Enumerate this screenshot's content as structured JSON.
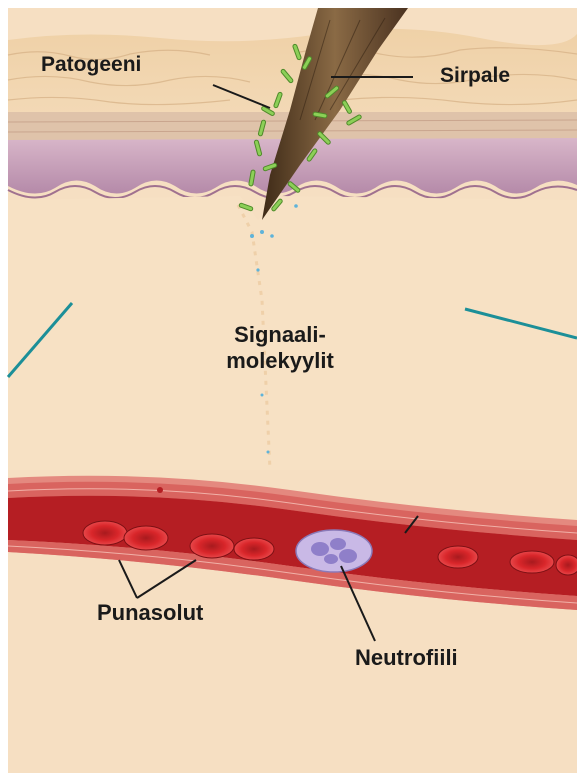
{
  "labels": {
    "pathogen": "Patogeeni",
    "splinter": "Sirpale",
    "signal_line1": "Signaali-",
    "signal_line2": "molekyylit",
    "red_blood_cells": "Punasolut",
    "neutrophil": "Neutrofiili"
  },
  "colors": {
    "tissue": "#f6dfc2",
    "skin_top": "#f0cfa4",
    "epidermis_purple": "#c99bb8",
    "vessel_wall": "#d9645f",
    "vessel_lumen": "#b51e23",
    "red_cell": "#d9262a",
    "neutrophil": "#b9a7db",
    "pathogen": "#8ccf57",
    "splinter": "#6b4b2a",
    "pointer_teal": "#1c8f98"
  }
}
